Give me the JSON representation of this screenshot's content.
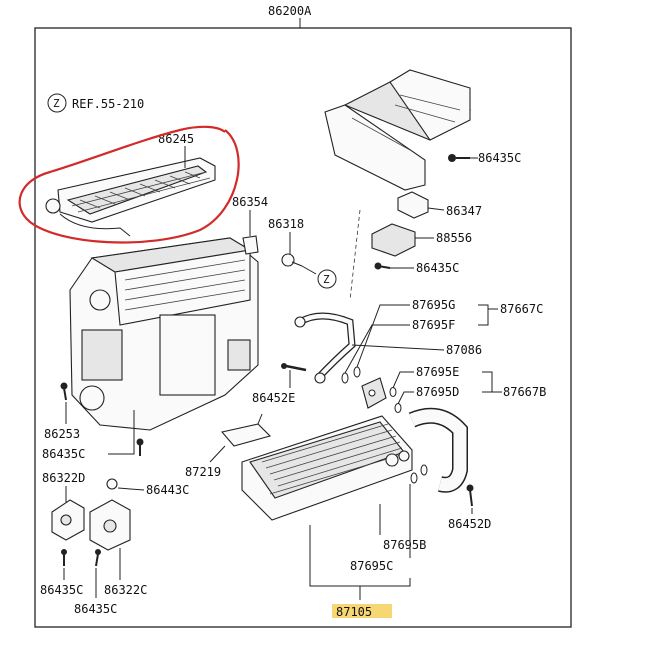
{
  "assembly": {
    "number": "86200A"
  },
  "reference": {
    "symbol": "Z",
    "text": "REF.55-210"
  },
  "z_marker": "Z",
  "callouts": {
    "p86245": "86245",
    "p86354": "86354",
    "p86318": "86318",
    "p86435C_top": "86435C",
    "p86347": "86347",
    "p88556": "88556",
    "p86435C_mid": "86435C",
    "p87695G": "87695G",
    "p87667C": "87667C",
    "p87695F": "87695F",
    "p87086": "87086",
    "p87695E": "87695E",
    "p87695D": "87695D",
    "p87667B": "87667B",
    "p86452E": "86452E",
    "p86253": "86253",
    "p86435C_left": "86435C",
    "p86322D": "86322D",
    "p86443C": "86443C",
    "p87219": "87219",
    "p86452D": "86452D",
    "p87695B": "87695B",
    "p87695C": "87695C",
    "p86435C_bl": "86435C",
    "p86322C": "86322C",
    "p86435C_bottom": "86435C",
    "p87105": "87105"
  },
  "highlight": {
    "part": "87105",
    "color": "#f7d774"
  },
  "annotation": {
    "type": "hand-drawn red circle",
    "target": "86245",
    "color": "#d22b2b"
  }
}
